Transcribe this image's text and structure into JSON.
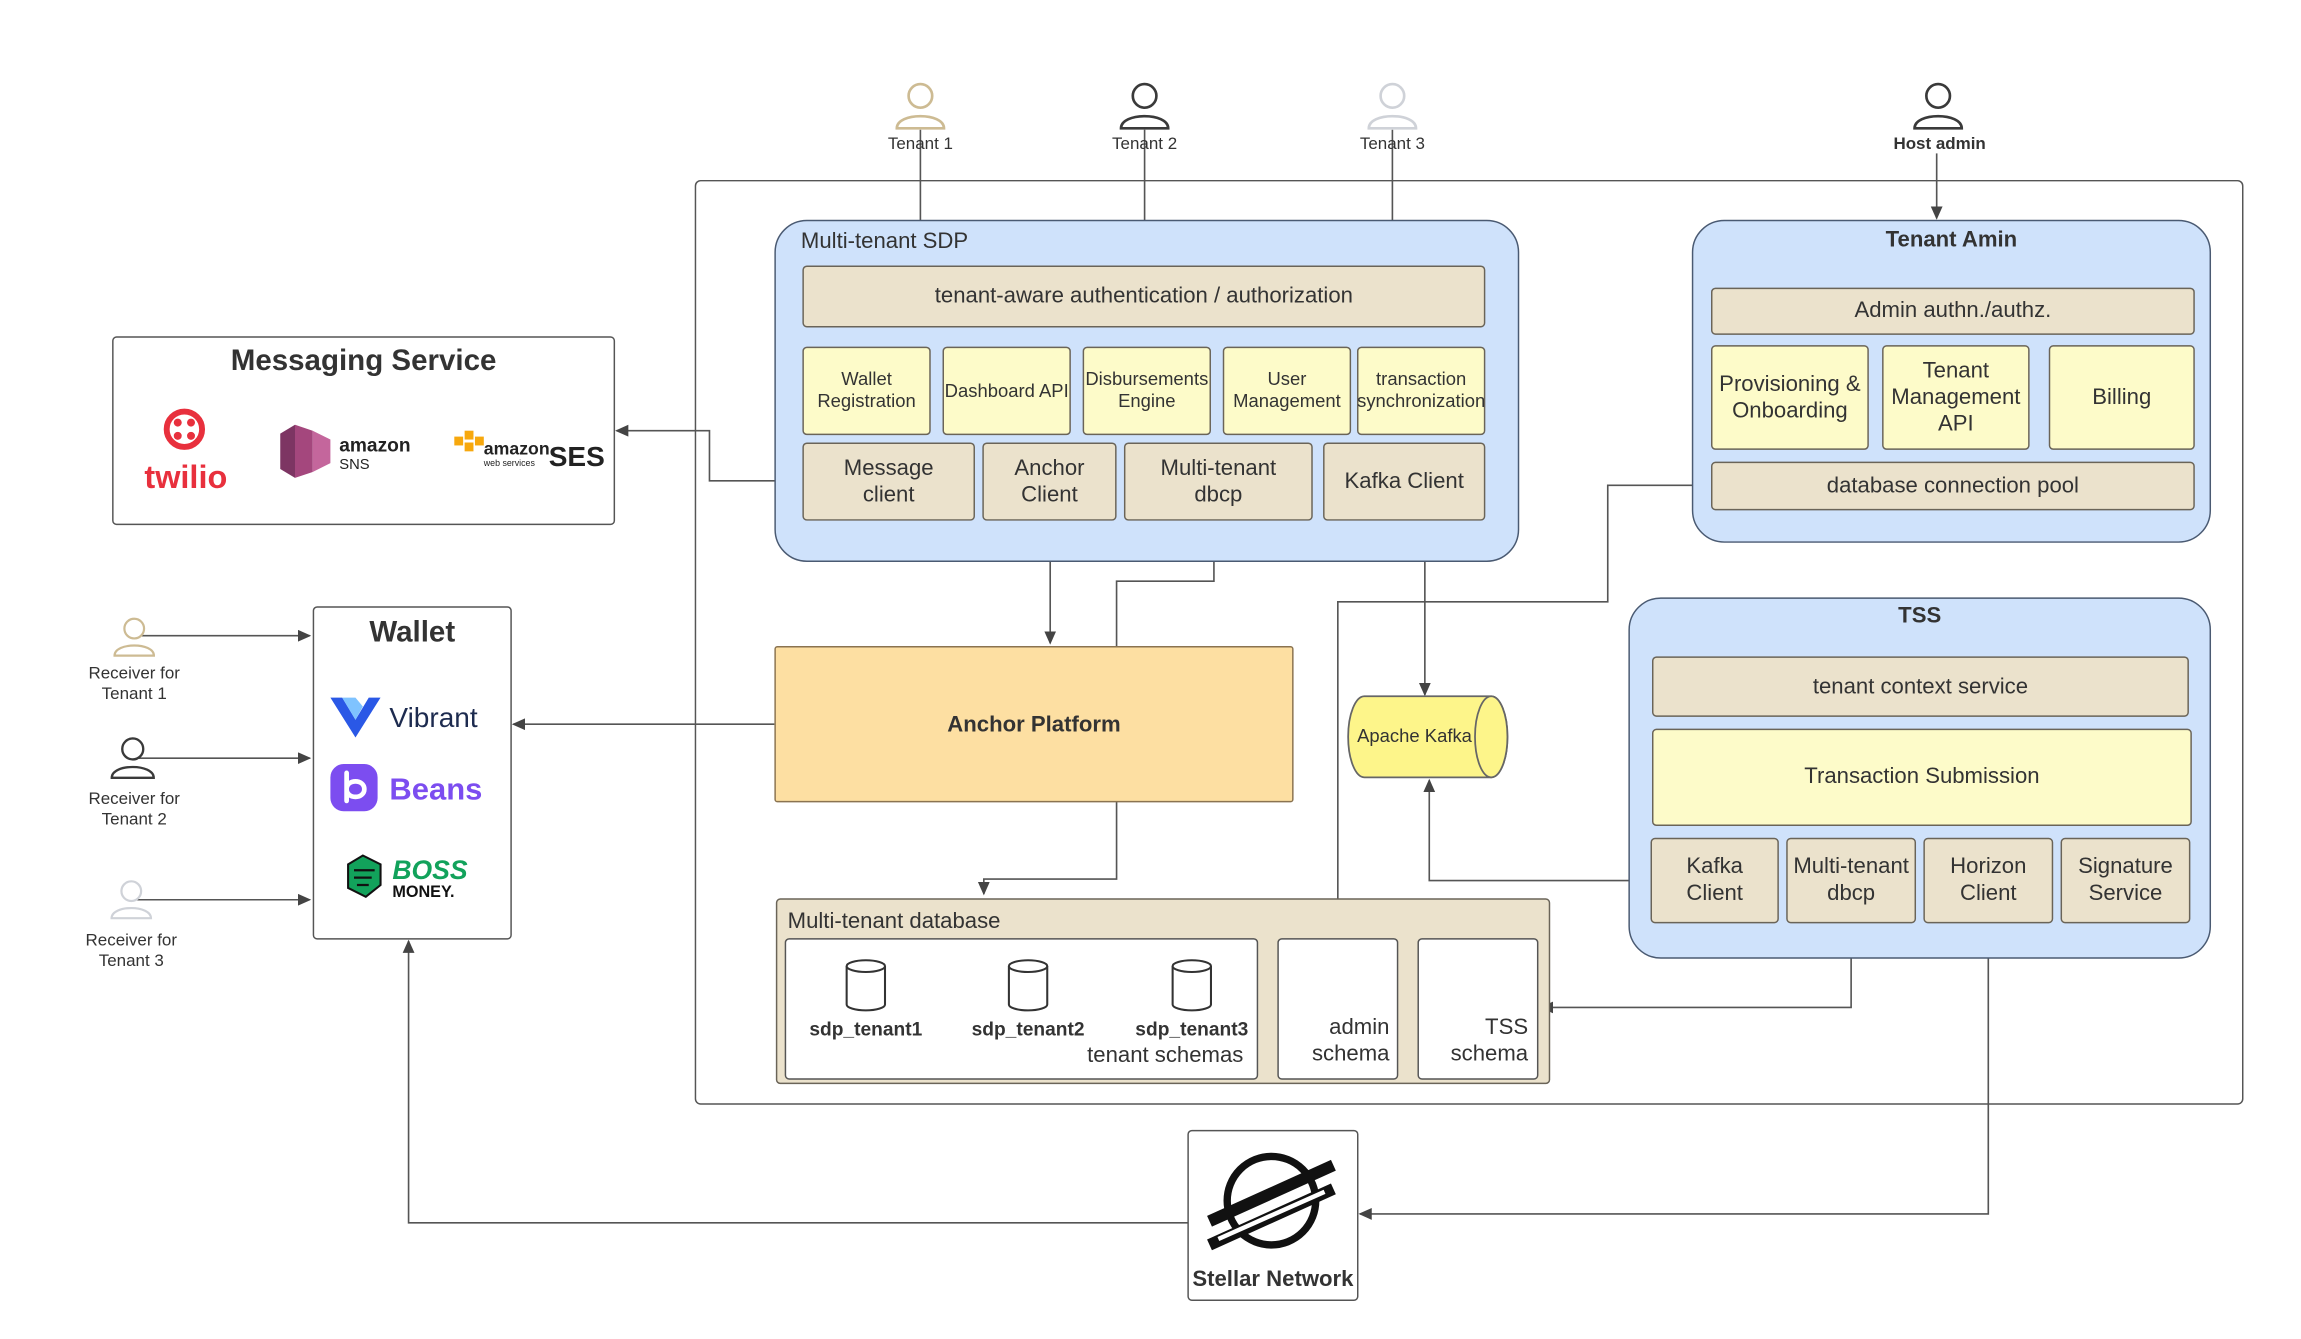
{
  "tenants": [
    "Tenant 1",
    "Tenant 2",
    "Tenant 3"
  ],
  "host_admin": "Host admin",
  "sdp": {
    "title": "Multi-tenant SDP",
    "auth": "tenant-aware authentication / authorization",
    "modules": [
      "Wallet Registration",
      "Dashboard API",
      "Disbursements Engine",
      "User Management",
      "transaction synchronization"
    ],
    "clients": [
      "Message client",
      "Anchor Client",
      "Multi-tenant dbcp",
      "Kafka Client"
    ]
  },
  "tenant_admin": {
    "title": "Tenant Amin",
    "auth": "Admin authn./authz.",
    "modules": [
      "Provisioning & Onboarding",
      "Tenant Management API",
      "Billing"
    ],
    "pool": "database connection pool"
  },
  "messaging": {
    "title": "Messaging Service",
    "logos": [
      "twilio",
      "amazon SNS",
      "amazon web services SES"
    ]
  },
  "wallet": {
    "title": "Wallet",
    "logos": [
      "Vibrant",
      "Beans",
      "BOSS MONEY."
    ]
  },
  "receivers": [
    "Receiver for Tenant 1",
    "Receiver for Tenant 2",
    "Receiver for Tenant 3"
  ],
  "anchor_platform": "Anchor Platform",
  "kafka": "Apache Kafka",
  "tss": {
    "title": "TSS",
    "context": "tenant context service",
    "submission": "Transaction Submission",
    "clients": [
      "Kafka Client",
      "Multi-tenant dbcp",
      "Horizon Client",
      "Signature Service"
    ]
  },
  "database": {
    "title": "Multi-tenant database",
    "tenant_dbs": [
      "sdp_tenant1",
      "sdp_tenant2",
      "sdp_tenant3"
    ],
    "tenant_schemas_label": "tenant schemas",
    "admin_schema": "admin schema",
    "tss_schema": "TSS schema"
  },
  "stellar": "Stellar Network",
  "colors": {
    "blue_container": "#cfe2fb",
    "tan_box": "#ebe2cc",
    "yellow_box": "#fdfbc9",
    "anchor": "#fddfa2",
    "kafka": "#fdf58a",
    "twilio_red": "#e8303d",
    "sns_purple": "#a4477d",
    "vibrant_blue": "#2a58e6",
    "beans_purple": "#7c4df0",
    "boss_green": "#12a25b",
    "tenant1_person": "#cdbb93",
    "tenant2_person": "#3a3a3a",
    "tenant3_person": "#cfd2d8"
  }
}
